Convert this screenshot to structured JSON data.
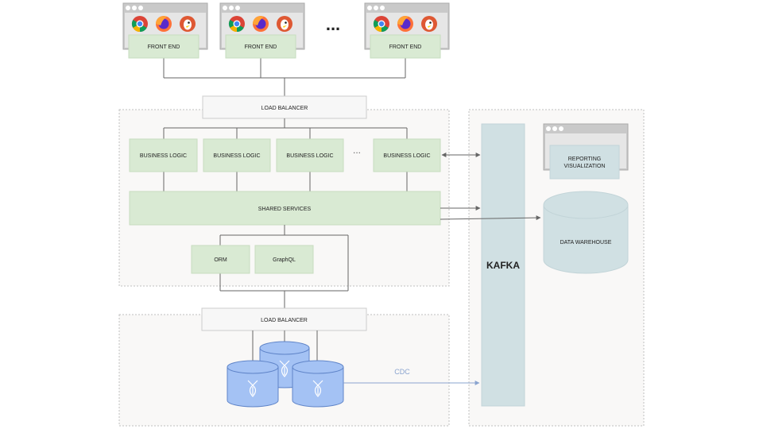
{
  "colors": {
    "green_box": "#d9ead3",
    "green_stroke": "#c6dcbf",
    "kafka_fill": "#d0e0e3",
    "warehouse_fill": "#d0e0e3",
    "db_fill": "#a4c2f4",
    "db_stroke": "#5f84c8",
    "region_stroke": "#bfbfbf",
    "region_fill": "#f9f8f7",
    "connector": "#666666",
    "cdc_line": "#8aa4cf"
  },
  "clients": {
    "items": [
      {
        "label": "FRONT END"
      },
      {
        "label": "FRONT END"
      },
      {
        "label": "FRONT END"
      }
    ],
    "ellipsis": "...",
    "icons": [
      "chrome-icon",
      "firefox-icon",
      "duckduckgo-icon"
    ]
  },
  "top_load_balancer": {
    "label": "LOAD BALANCER"
  },
  "app_tier": {
    "business_logic": [
      "BUSINESS LOGIC",
      "BUSINESS LOGIC",
      "BUSINESS LOGIC",
      "BUSINESS LOGIC"
    ],
    "ellipsis": "...",
    "shared_services": "SHARED SERVICES",
    "orm": "ORM",
    "graphql": "GraphQL"
  },
  "data_tier": {
    "load_balancer": "LOAD BALANCER",
    "cdc_label": "CDC"
  },
  "analytics": {
    "kafka": "KAFKA",
    "reporting_line1": "REPORTING",
    "reporting_line2": "VISUALIZATION",
    "data_warehouse": "DATA WAREHOUSE"
  }
}
